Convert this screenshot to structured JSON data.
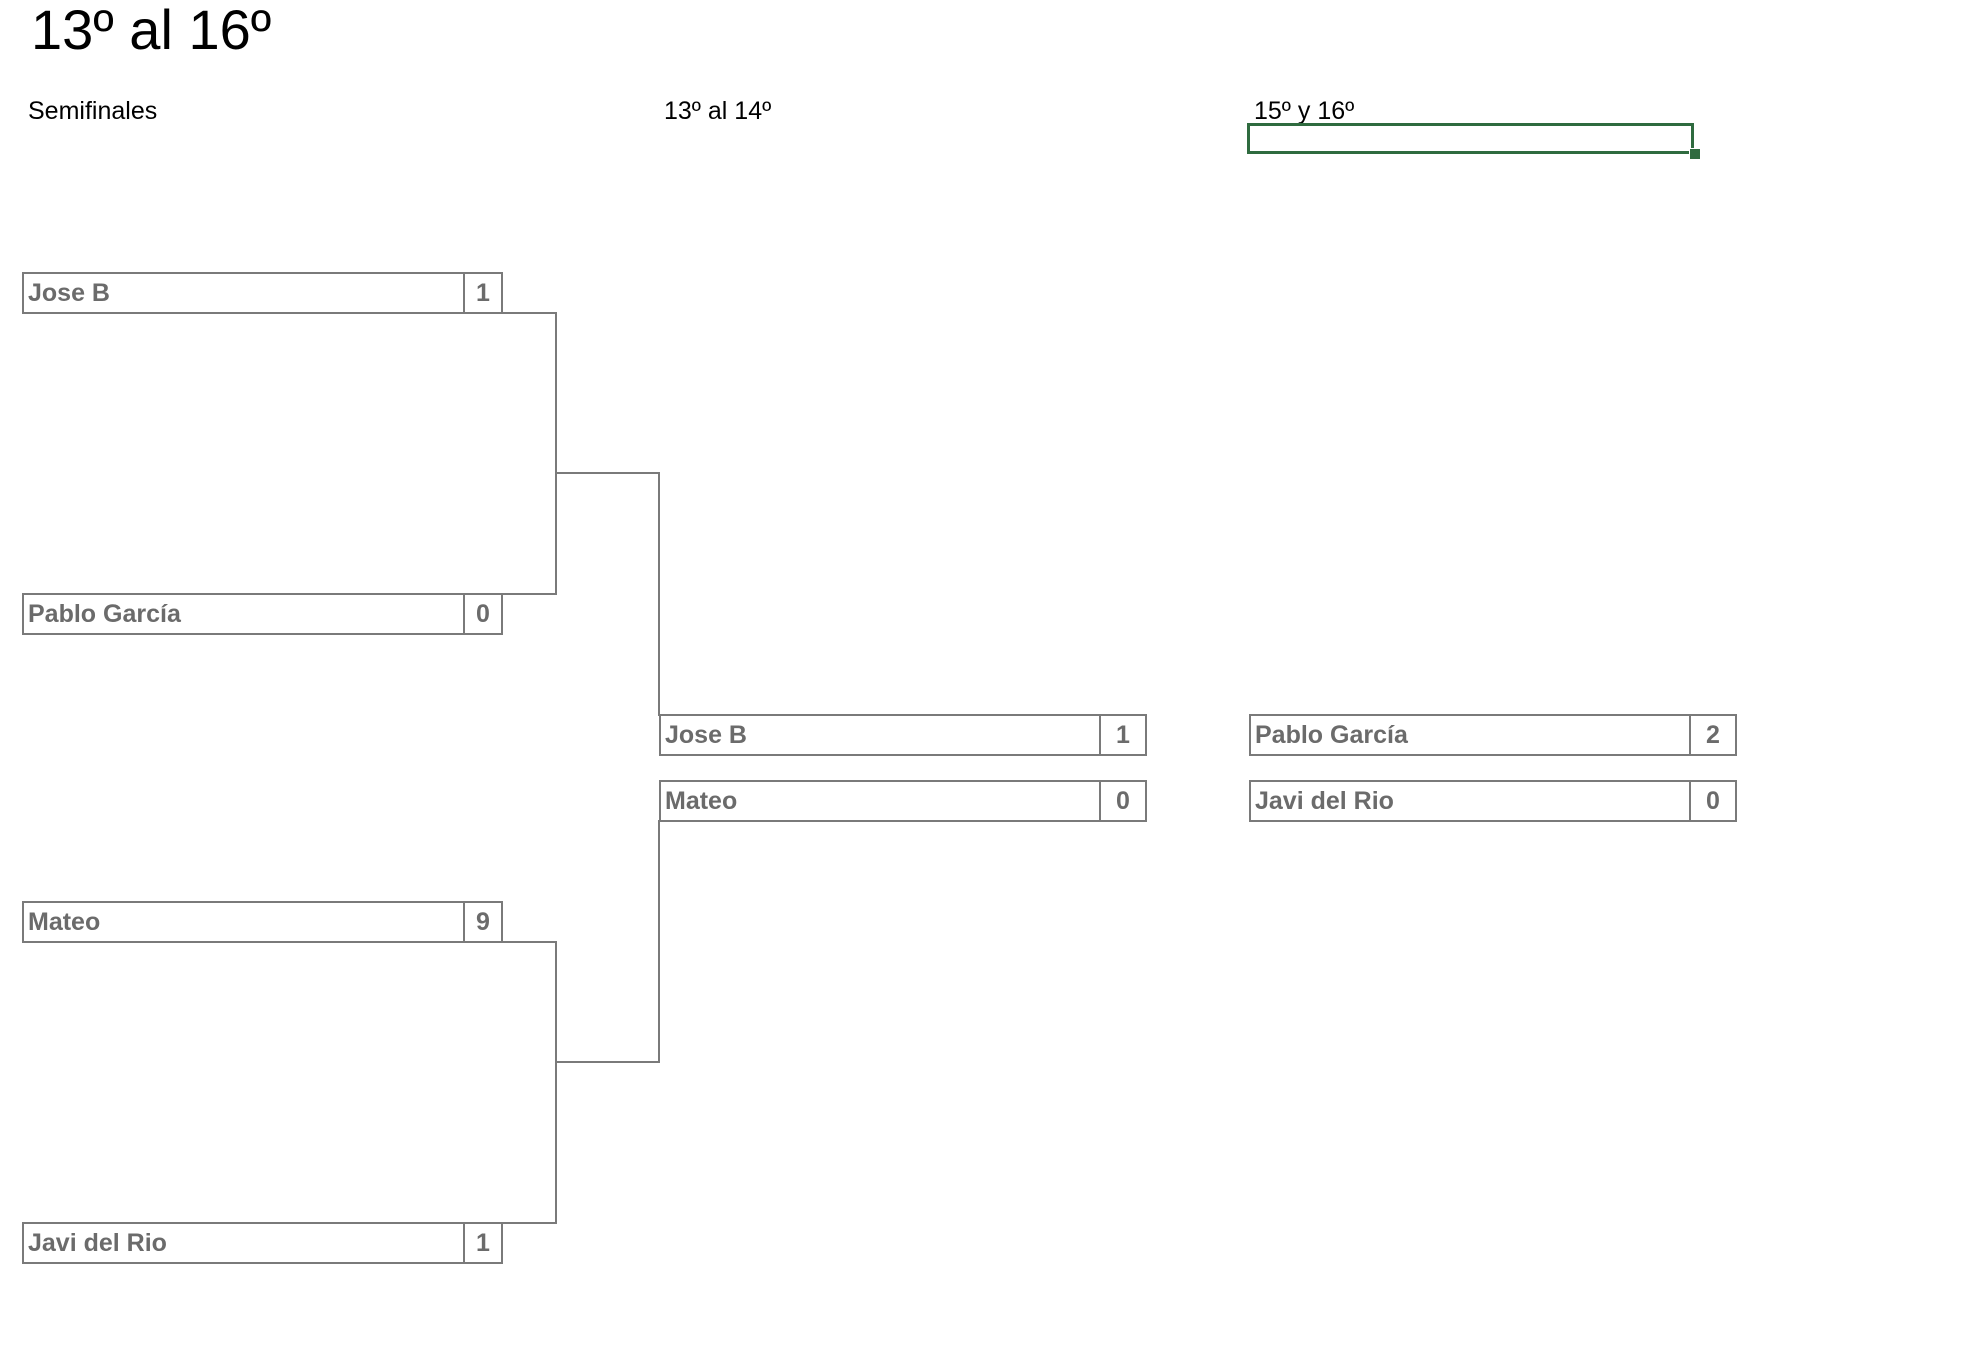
{
  "sheet": {
    "title": "13º al 16º",
    "columns": {
      "semifinals": "Semifinales",
      "final_13_14": "13º al 14º",
      "final_15_16": "15º y 16º"
    }
  },
  "bracket": {
    "semifinal_1": {
      "top": {
        "name": "Jose B",
        "score": "1"
      },
      "bottom": {
        "name": "Pablo García",
        "score": "0"
      }
    },
    "semifinal_2": {
      "top": {
        "name": "Mateo",
        "score": "9"
      },
      "bottom": {
        "name": "Javi del Rio",
        "score": "1"
      }
    },
    "final_13_14": {
      "top": {
        "name": "Jose B",
        "score": "1"
      },
      "bottom": {
        "name": "Mateo",
        "score": "0"
      }
    },
    "final_15_16": {
      "top": {
        "name": "Pablo García",
        "score": "2"
      },
      "bottom": {
        "name": "Javi del Rio",
        "score": "0"
      }
    }
  },
  "colors": {
    "cell_border": "#7a7a7a",
    "cell_text": "#6b6b6b",
    "selection": "#2f6b3f"
  }
}
